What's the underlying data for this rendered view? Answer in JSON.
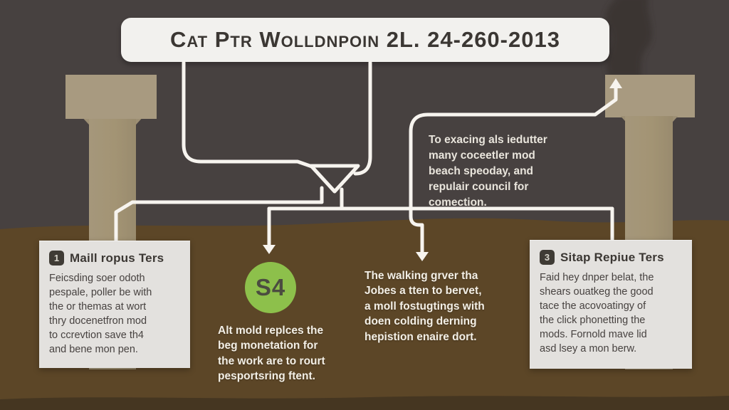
{
  "banner": {
    "title": "Cat Ptr Wolldnpoin 2L. 24-260-2013"
  },
  "callout": {
    "text": "To exacing als iedutter\nmany coceetler mod\nbeach speoday, and\nrepulair council for\ncomection."
  },
  "left_box": {
    "badge": "1",
    "title": "Maill ropus Ters",
    "body": "Feicsding soer odoth\npespale, poller be with\nthe or themas at wort\nthry docenetfron mod\nto ccrevtion save th4\nand bene mon pen."
  },
  "right_box": {
    "badge": "3",
    "title": "Sitap Repiue Ters",
    "body": "Faid hey dnper belat, the\nshears ouatkeg the good\ntace the acovoatingy of\nthe click phonetting the\nmods. Fornold mave lid\nasd lsey a mon berw."
  },
  "step_marker": {
    "label": "S4"
  },
  "note_s4": {
    "text": "Alt mold replces the\nbeg monetation for\nthe work are to rourt\npesportsring ftent."
  },
  "note_center": {
    "text": "The walking grver tha\nJobes a tten to bervet,\na moll fostugtings with\ndoen colding derning\nhepistion enaire dort."
  },
  "colors": {
    "background": "#474140",
    "ground": "#5c4627",
    "ground_dark": "#453621",
    "pillar": "#a89a80",
    "panel": "#e3e1de",
    "flow_line": "#f7f4ef",
    "accent_green": "#8dc04b",
    "text_dark": "#3e3a36",
    "text_light": "#f3efe6"
  }
}
